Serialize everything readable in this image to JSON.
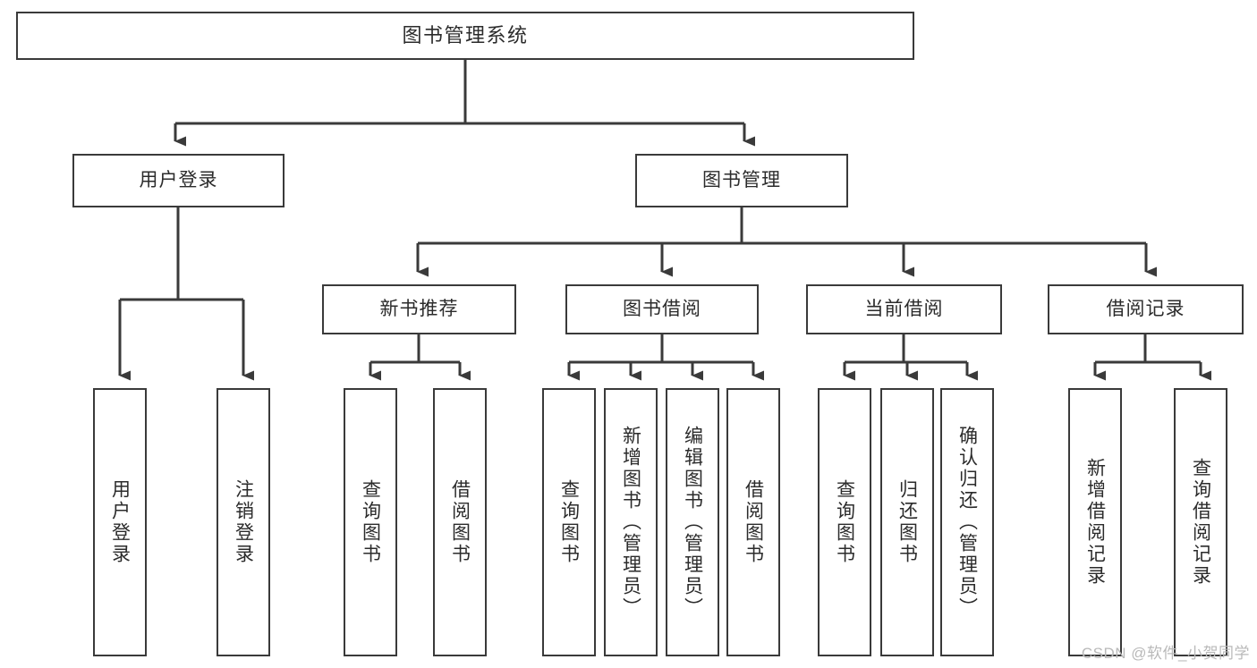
{
  "diagram": {
    "title": "图书管理系统",
    "type": "tree",
    "colors": {
      "stroke": "#3a3a3a",
      "fill": "#ffffff",
      "text": "#2b2b2b",
      "watermark": "#b9b9b9"
    },
    "root": {
      "label": "图书管理系统"
    },
    "level2": [
      {
        "label": "用户登录"
      },
      {
        "label": "图书管理"
      }
    ],
    "level3": [
      {
        "label": "新书推荐"
      },
      {
        "label": "图书借阅"
      },
      {
        "label": "当前借阅"
      },
      {
        "label": "借阅记录"
      }
    ],
    "leaves": {
      "user_login": [
        {
          "label": "用户登录"
        },
        {
          "label": "注销登录"
        }
      ],
      "new_book": [
        {
          "label": "查询图书"
        },
        {
          "label": "借阅图书"
        }
      ],
      "book_borrow": [
        {
          "label": "查询图书"
        },
        {
          "label": "新增图书（管理员）"
        },
        {
          "label": "编辑图书（管理员）"
        },
        {
          "label": "借阅图书"
        }
      ],
      "current_borrow": [
        {
          "label": "查询图书"
        },
        {
          "label": "归还图书"
        },
        {
          "label": "确认归还（管理员）"
        }
      ],
      "borrow_record": [
        {
          "label": "新增借阅记录"
        },
        {
          "label": "查询借阅记录"
        }
      ]
    }
  },
  "watermark": {
    "text": "CSDN @软件_小贺同学"
  }
}
